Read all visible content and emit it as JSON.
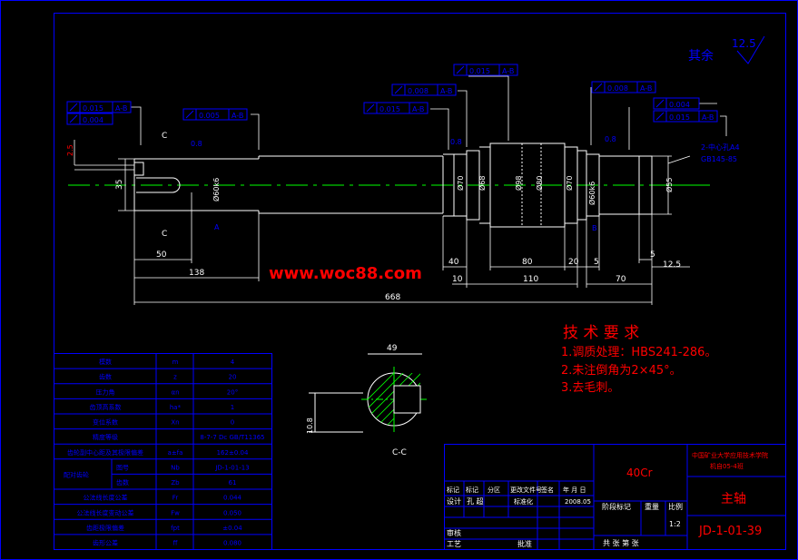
{
  "colors": {
    "background": "#000000",
    "frame": "#0000ff",
    "outline": "#ffffff",
    "dimension": "#ffffff",
    "centerline": "#00ff00",
    "hatch": "#00ff00",
    "red_text": "#ff0000",
    "yellow_text": "#ffff00",
    "blue_text": "#0000ff",
    "cyan": "#00ffff",
    "magenta": "#ff00ff"
  },
  "roughness_note": {
    "label": "其余",
    "value": "12.5"
  },
  "watermark": "www.woc88.com",
  "technical_requirements": {
    "title": "技 术 要 求",
    "items": [
      "1.调质处理：HBS241-286。",
      "2.未注倒角为2×45°。",
      "3.去毛刺。"
    ]
  },
  "tolerance_frames": [
    {
      "value": "0.015",
      "datum": "A-B"
    },
    {
      "value": "0.004",
      "datum": ""
    },
    {
      "value": "0.005",
      "datum": "A-B"
    },
    {
      "value": "0.008",
      "datum": "A-B"
    },
    {
      "value": "0.015",
      "datum": "A-B"
    },
    {
      "value": "0.015",
      "datum": "A-B"
    },
    {
      "value": "0.008",
      "datum": "A-B"
    },
    {
      "value": "0.004",
      "datum": ""
    },
    {
      "value": "0.015",
      "datum": "A-B"
    }
  ],
  "roughness_marks": [
    "0.8",
    "0.8",
    "0.8"
  ],
  "section_labels": [
    "C",
    "C",
    "C-C"
  ],
  "datum_labels": [
    "A",
    "B"
  ],
  "center_hole_note": [
    "2-中心孔A4",
    "GB145-85"
  ],
  "dimensions": {
    "horizontal": [
      "50",
      "138",
      "40",
      "80",
      "20",
      "10",
      "110",
      "5",
      "70",
      "5",
      "12.5",
      "668"
    ],
    "vertical": [
      "2.5",
      "35",
      "Ø60k6",
      "Ø70",
      "Ø68",
      "Ø98",
      "Ø80",
      "Ø70",
      "Ø60k6",
      "Ø55"
    ],
    "section_width": "49",
    "section_depth": "10.8"
  },
  "parameter_table": {
    "rows": [
      {
        "name": "模数",
        "symbol": "m",
        "value": "4"
      },
      {
        "name": "齿数",
        "symbol": "z",
        "value": "20"
      },
      {
        "name": "压力角",
        "symbol": "αn",
        "value": "20°"
      },
      {
        "name": "齿顶高系数",
        "symbol": "ha*",
        "value": "1"
      },
      {
        "name": "变位系数",
        "symbol": "Xn",
        "value": "0"
      },
      {
        "name": "精度等级",
        "symbol": "",
        "value": "8-7-7 Dc GB/T11365"
      },
      {
        "name": "齿轮副中心距及其极限偏差",
        "symbol": "a±fa",
        "value": "162±0.04"
      },
      {
        "name": "配对齿轮",
        "sub": "图号",
        "symbol": "Nb",
        "value": "JD-1-01-13"
      },
      {
        "name": "",
        "sub": "齿数",
        "symbol": "Zb",
        "value": "61"
      },
      {
        "name": "公法线长度公差",
        "symbol": "Fr",
        "value": "0.044"
      },
      {
        "name": "公法线长度变动公差",
        "symbol": "Fw",
        "value": "0.050"
      },
      {
        "name": "齿距极限偏差",
        "symbol": "fpt",
        "value": "±0.04"
      },
      {
        "name": "齿形公差",
        "symbol": "ff",
        "value": "0.080"
      }
    ]
  },
  "title_block": {
    "material": "40Cr",
    "school": [
      "中国矿业大学应用技术学院",
      "机自05-4班"
    ],
    "part_name": "主轴",
    "drawing_number": "JD-1-01-39",
    "scale_label": "比例",
    "scale": "1:2",
    "weight_label": "重量",
    "stage_label": "阶段标记",
    "sheet_text": "共  张  第  张",
    "header": [
      "标记",
      "标记",
      "分区",
      "更改文件号",
      "签名",
      "年 月 日"
    ],
    "rows": [
      "设计",
      "孔 超",
      "标准化",
      "2008.05"
    ],
    "review": "审核",
    "process": "工艺",
    "approve": "批准"
  }
}
